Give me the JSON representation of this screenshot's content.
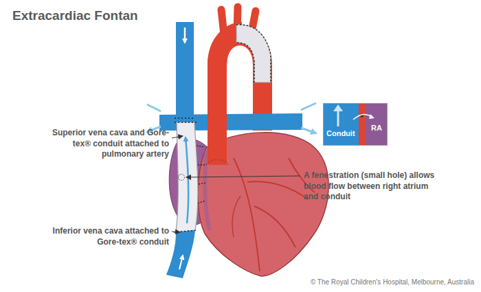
{
  "diagram": {
    "title": "Extracardiac Fontan",
    "nodes": [
      {
        "text": [
          "Conduit",
          "RA"
        ]
      }
    ],
    "labels": [
      "Superior vena cava and Gore-tex® conduit attached to pulmonary artery",
      "A fenestration (small hole) allows blood flow between right atrium and conduit",
      "Inferior vena cava attached to Gore-tex® conduit",
      "© The Royal Children's Hospital, Melbourne, Australia"
    ]
  }
}
